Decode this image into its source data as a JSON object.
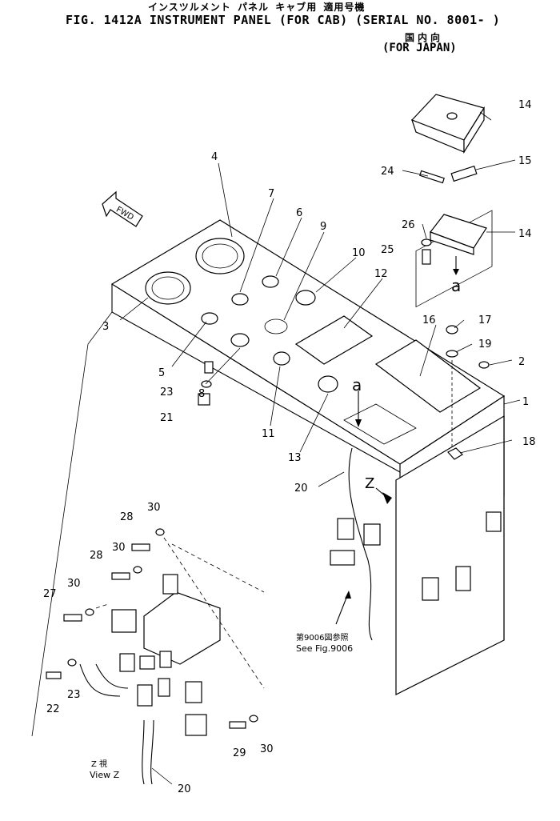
{
  "header": {
    "jp_title": "インスツルメント パネル  キャブ用   適用号機",
    "fig_title": "FIG. 1412A  INSTRUMENT PANEL (FOR CAB) (SERIAL NO. 8001- )",
    "jp_region": "国内向",
    "region": "(FOR JAPAN)"
  },
  "diagram": {
    "fwd": "FWD",
    "view_a": "a",
    "view_z_letter": "Z",
    "see_fig_jp": "第9006図参照",
    "see_fig": "See Fig.9006",
    "view_z_jp": "Z  視",
    "view_z": "View  Z",
    "callouts": [
      "1",
      "2",
      "3",
      "4",
      "5",
      "6",
      "7",
      "8",
      "9",
      "10",
      "11",
      "12",
      "13",
      "14",
      "14",
      "15",
      "16",
      "17",
      "18",
      "19",
      "20",
      "20",
      "21",
      "22",
      "23",
      "23",
      "24",
      "25",
      "26",
      "27",
      "28",
      "28",
      "29",
      "30",
      "30",
      "30",
      "30"
    ]
  }
}
